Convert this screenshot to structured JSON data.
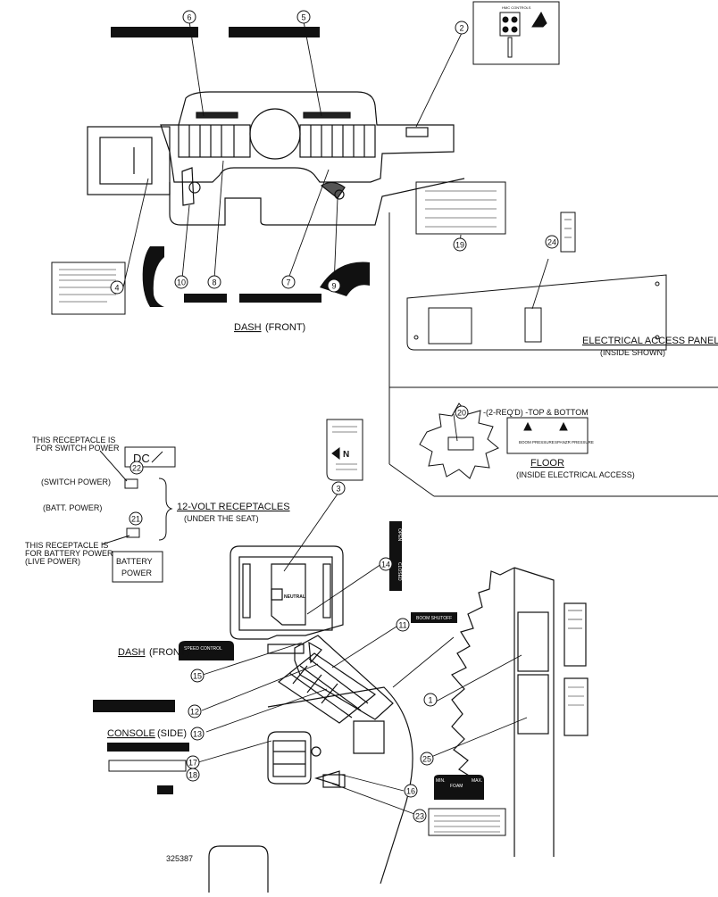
{
  "callouts": [
    "1",
    "2",
    "3",
    "4",
    "5",
    "6",
    "7",
    "8",
    "9",
    "10",
    "11",
    "12",
    "13",
    "14",
    "15",
    "16",
    "17",
    "18",
    "19",
    "20",
    "21",
    "22",
    "23",
    "24",
    "25"
  ],
  "labels": {
    "dash_front_top": "DASH",
    "dash_front_top_suffix": "(FRONT)",
    "electrical_access_panel": "ELECTRICAL ACCESS PANEL",
    "inside_shown": "(INSIDE SHOWN)",
    "qty_20": "-(2-REQ'D) -TOP & BOTTOM",
    "floor": "FLOOR",
    "inside_electrical_access": "(INSIDE ELECTRICAL ACCESS)",
    "receptacle_switch_1": "THIS RECEPTACLE IS",
    "receptacle_switch_2": "FOR SWITCH POWER",
    "switch_power": "(SWITCH POWER)",
    "batt_power": "(BATT. POWER)",
    "receptacles_12v": "12-VOLT RECEPTACLES",
    "under_seat": "(UNDER THE SEAT)",
    "receptacle_batt_1": "THIS RECEPTACLE IS",
    "receptacle_batt_2": "FOR BATTERY POWER",
    "receptacle_batt_3": "(LIVE POWER)",
    "battery_power_1": "BATTERY",
    "battery_power_2": "POWER",
    "dc_decal": "DC",
    "dash_front_side": "DASH",
    "dash_front_side_suffix": "(FRONT)",
    "console_side": "CONSOLE",
    "console_side_suffix": "(SIDE)",
    "neutral": "NEUTRAL",
    "neutral_n": "N",
    "open": "OPEN",
    "closed": "CLOSED",
    "boom_shutoff": "BOOM SHUTOFF",
    "speed_control": "SPEED CONTROL",
    "foam": "FOAM",
    "foam_min": "MIN.",
    "foam_max": "MAX.",
    "hmc_controls": "HMC CONTROLS",
    "boom_pressure": "BOOM PRESSURE",
    "spanzr_pressure": "SPANZR PRESSURE",
    "figure_number": "325387"
  }
}
